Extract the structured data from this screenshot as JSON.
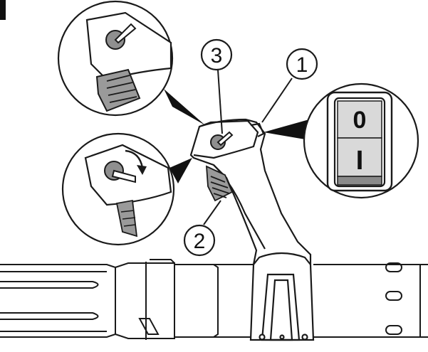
{
  "callouts": [
    {
      "label": "1"
    },
    {
      "label": "2"
    },
    {
      "label": "3"
    }
  ],
  "switch": {
    "off_label": "0",
    "on_label": "I",
    "on_color": "#8a8a8a",
    "off_color": "#d9d9d9"
  },
  "colors": {
    "line": "#1a1a1a",
    "trigger_shade": "#9a9a9a",
    "lever_shade": "#8f8f8f",
    "background": "#ffffff"
  }
}
